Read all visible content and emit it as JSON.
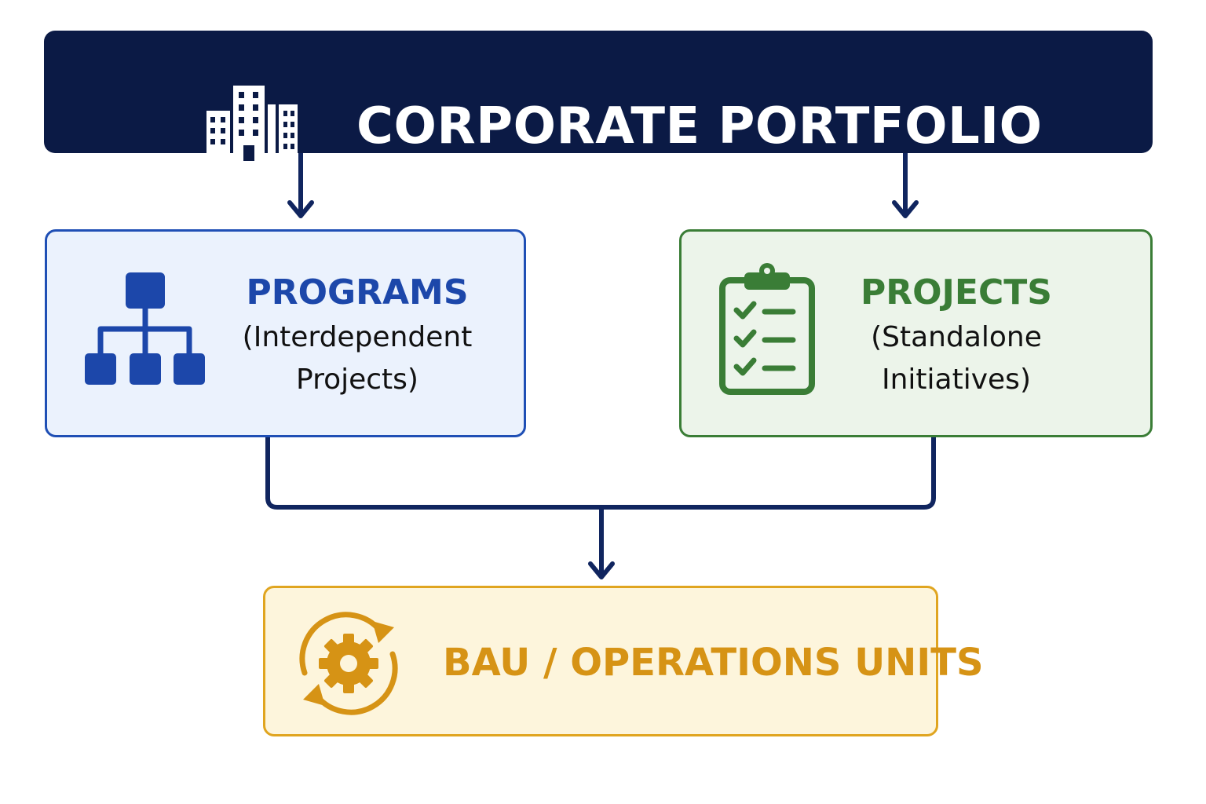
{
  "diagram": {
    "portfolio": {
      "title": "CORPORATE PORTFOLIO",
      "icon": "buildings-icon"
    },
    "programs": {
      "title": "PROGRAMS",
      "subtitle_line1": "(Interdependent",
      "subtitle_line2": "Projects)",
      "icon": "hierarchy-icon"
    },
    "projects": {
      "title": "PROJECTS",
      "subtitle_line1": "(Standalone",
      "subtitle_line2": "Initiatives)",
      "icon": "clipboard-checklist-icon"
    },
    "bau": {
      "title": "BAU / OPERATIONS UNITS",
      "icon": "gear-cycle-icon"
    },
    "connections": [
      {
        "from": "CORPORATE PORTFOLIO",
        "to": "PROGRAMS"
      },
      {
        "from": "CORPORATE PORTFOLIO",
        "to": "PROJECTS"
      },
      {
        "from": "PROGRAMS",
        "to": "BAU / OPERATIONS UNITS"
      },
      {
        "from": "PROJECTS",
        "to": "BAU / OPERATIONS UNITS"
      }
    ]
  },
  "colors": {
    "portfolio": "#0b1a45",
    "programs": "#1f4fb5",
    "projects": "#3a7d36",
    "bau": "#e0a520",
    "connector": "#10255f"
  }
}
